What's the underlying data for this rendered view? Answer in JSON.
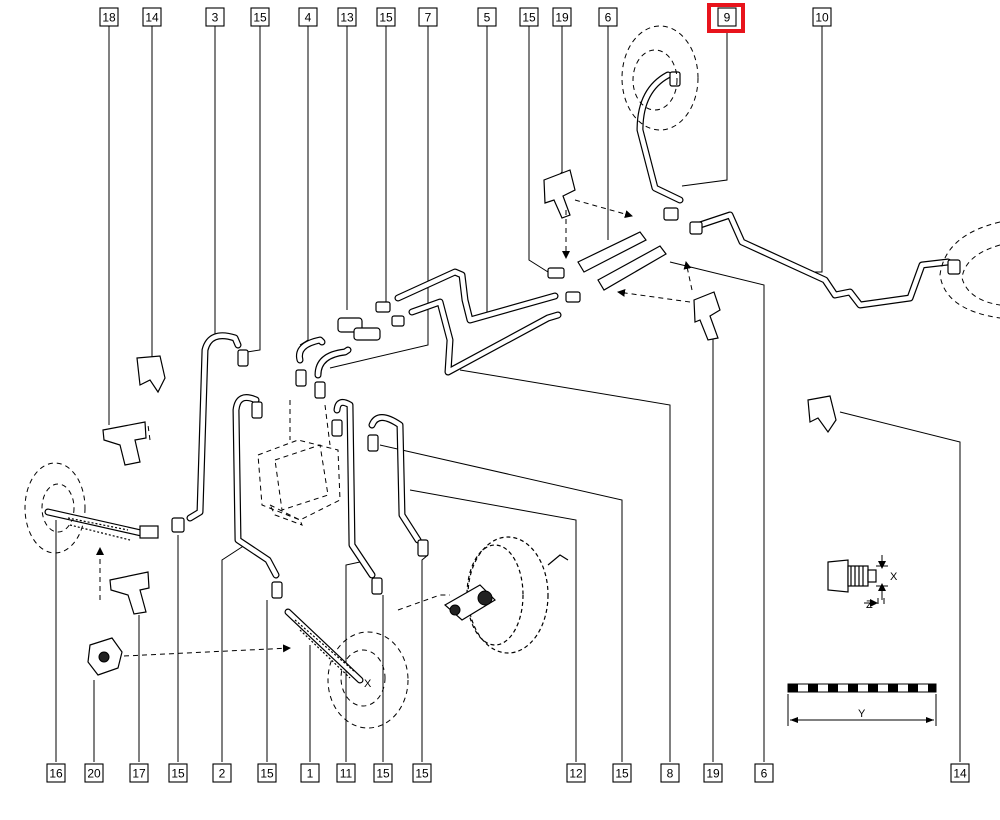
{
  "diagram": {
    "callouts_top": [
      "18",
      "14",
      "3",
      "15",
      "4",
      "13",
      "15",
      "7",
      "5",
      "15",
      "19",
      "6",
      "9",
      "10"
    ],
    "callouts_bottom": [
      "16",
      "20",
      "17",
      "15",
      "2",
      "15",
      "1",
      "11",
      "15",
      "15",
      "12",
      "15",
      "8",
      "19",
      "6",
      "14"
    ],
    "highlighted_callout": "9",
    "highlight_color": "#e8141c",
    "detail_labels": {
      "x_dim": "X",
      "z_dim": "Z",
      "y_dim": "Y",
      "wheel_x": "X"
    }
  }
}
